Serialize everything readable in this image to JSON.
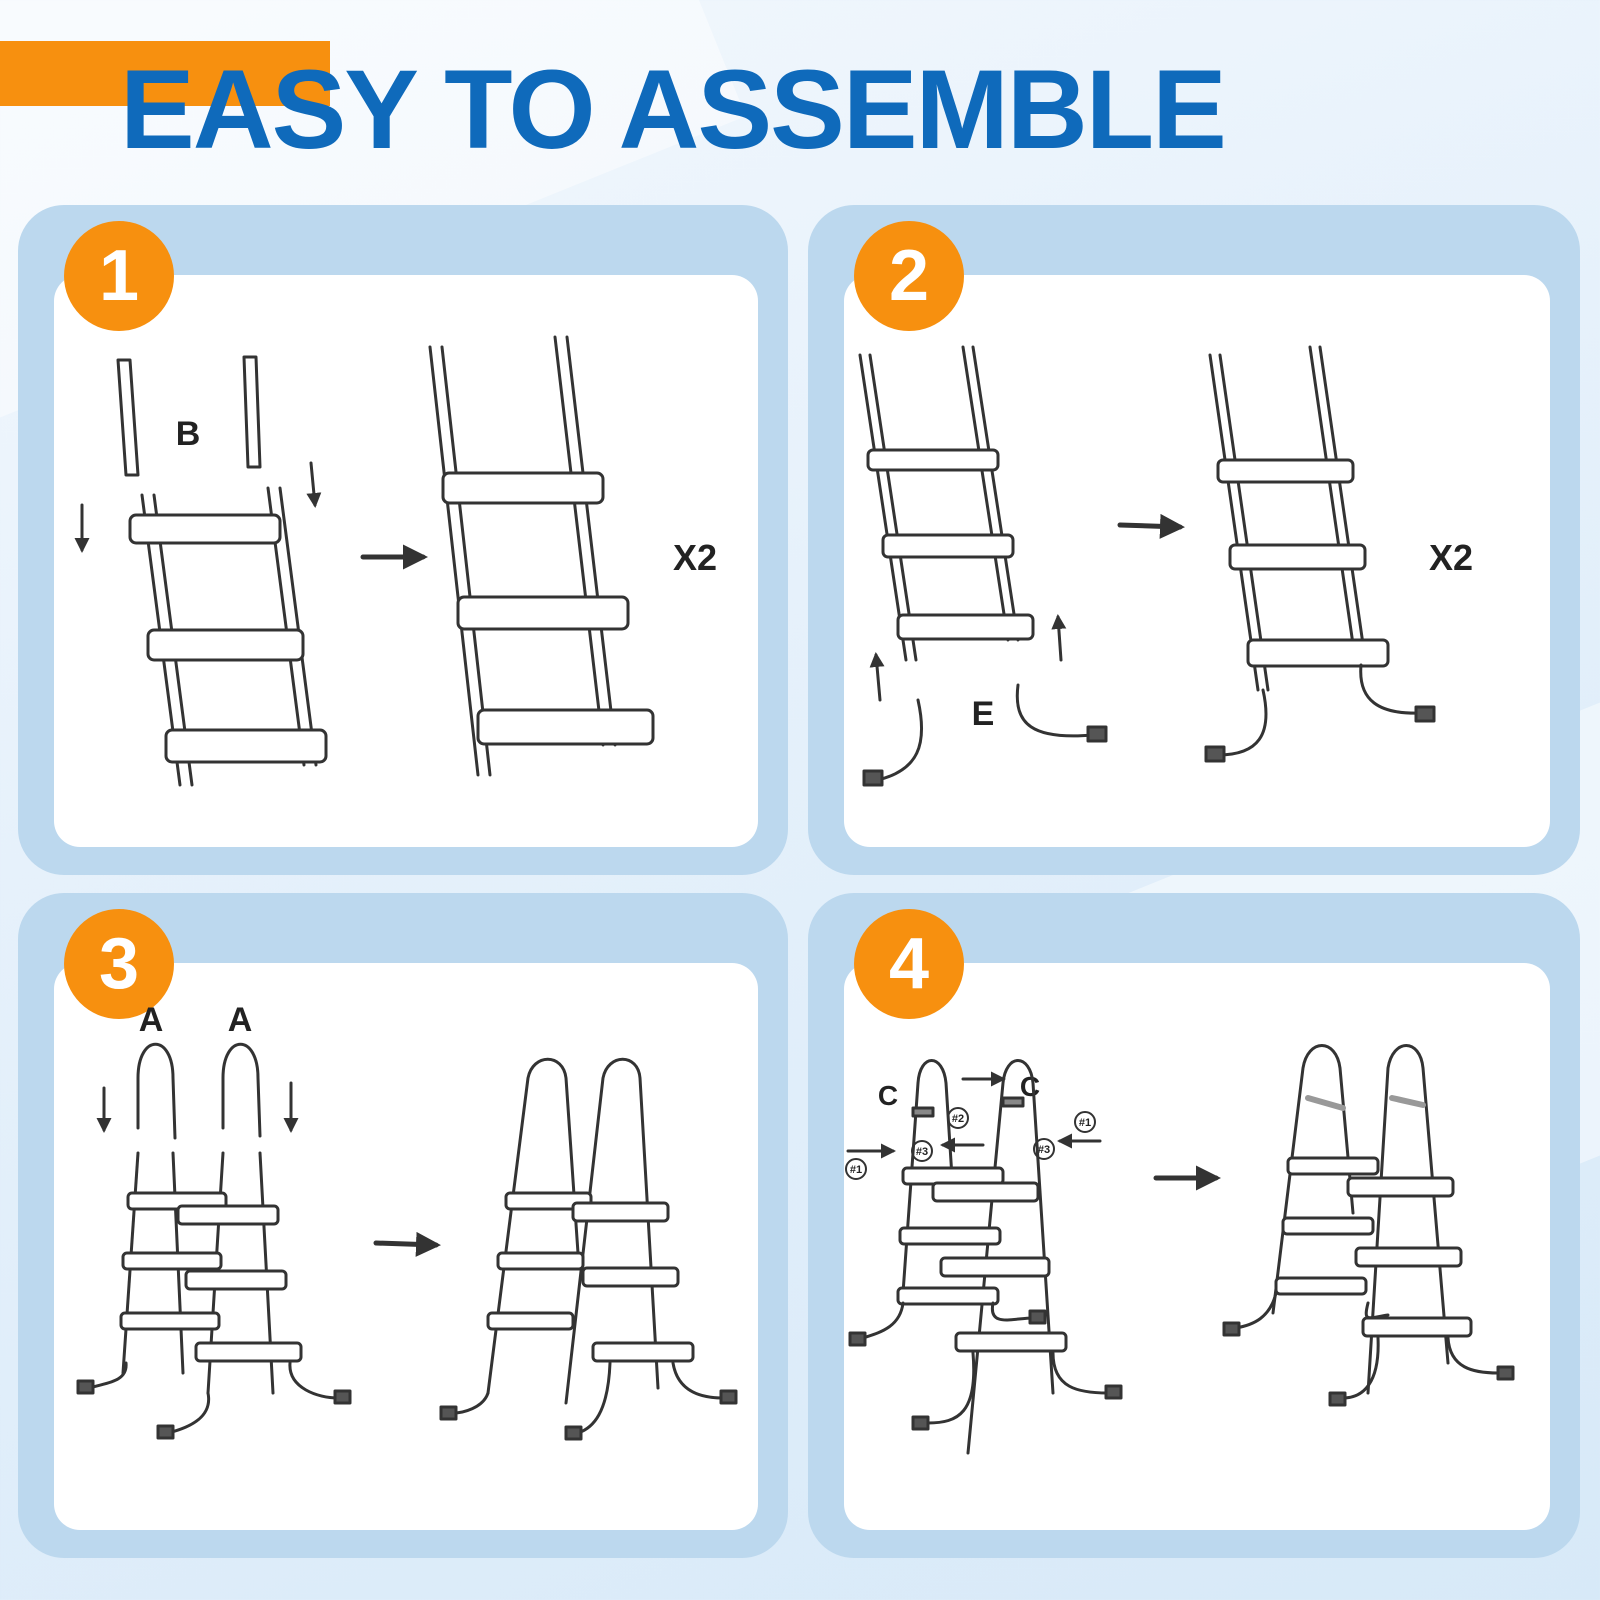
{
  "title": "EASY TO ASSEMBLE",
  "colors": {
    "accent": "#f7900f",
    "title_blue": "#0f6abb",
    "panel": "#bcd8ee"
  },
  "steps": [
    {
      "number": "1",
      "part_label": "B",
      "multiplier": "X2"
    },
    {
      "number": "2",
      "part_label": "E",
      "multiplier": "X2"
    },
    {
      "number": "3",
      "part_label_left": "A",
      "part_label_right": "A"
    },
    {
      "number": "4",
      "label_c_left": "C",
      "label_c_right": "C",
      "hw_1_left": "#1",
      "hw_1_right": "#1",
      "hw_2": "#2",
      "hw_3_left": "#3",
      "hw_3_right": "#3"
    }
  ]
}
